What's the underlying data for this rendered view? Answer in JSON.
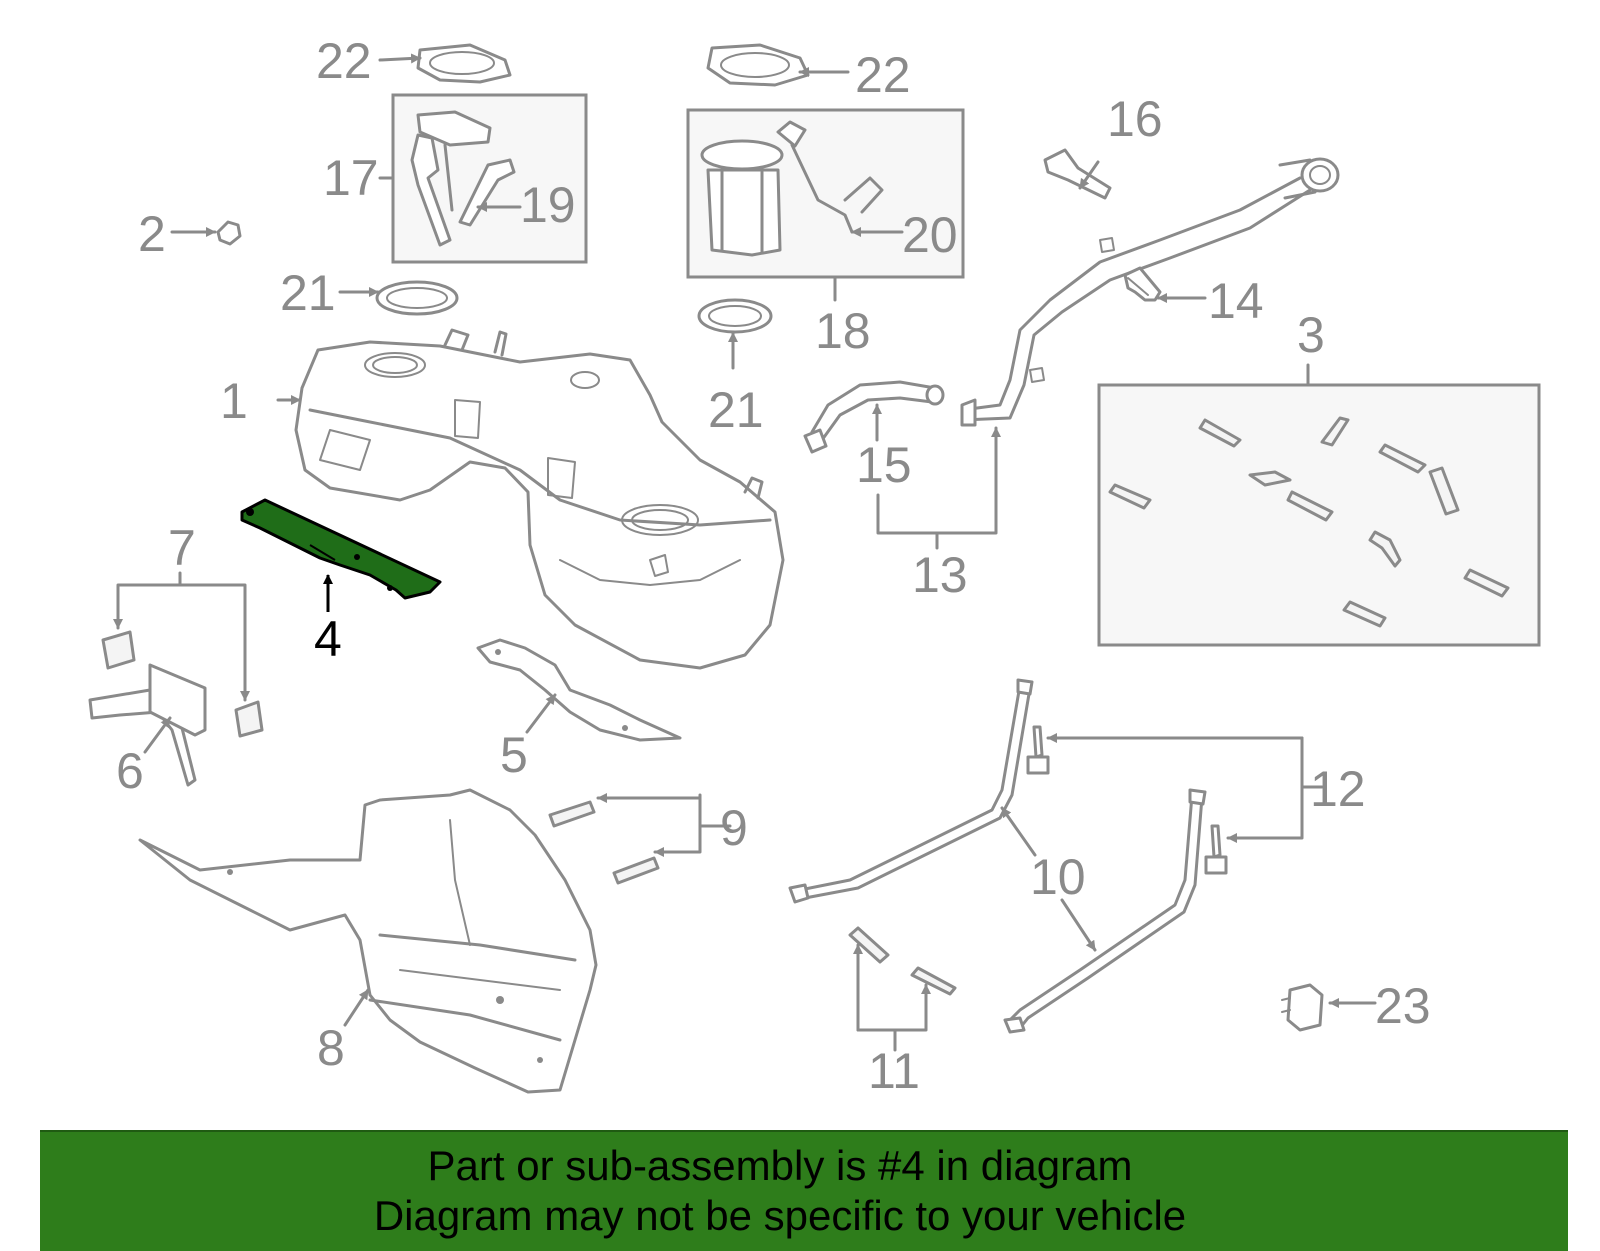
{
  "diagram": {
    "highlight_part": "4",
    "highlight_color": "#1f6d18",
    "line_color": "#8a8a8a",
    "callouts": {
      "c1": "1",
      "c2": "2",
      "c3": "3",
      "c4": "4",
      "c5": "5",
      "c6": "6",
      "c7": "7",
      "c8": "8",
      "c9": "9",
      "c10": "10",
      "c11": "11",
      "c12": "12",
      "c13": "13",
      "c14": "14",
      "c15": "15",
      "c16": "16",
      "c17": "17",
      "c18": "18",
      "c19": "19",
      "c20": "20",
      "c21a": "21",
      "c21b": "21",
      "c22a": "22",
      "c22b": "22",
      "c23": "23"
    }
  },
  "banner": {
    "line1": "Part or sub-assembly is #4 in diagram",
    "line2": "Diagram may not be specific to your vehicle",
    "background": "#2e7d1b"
  }
}
